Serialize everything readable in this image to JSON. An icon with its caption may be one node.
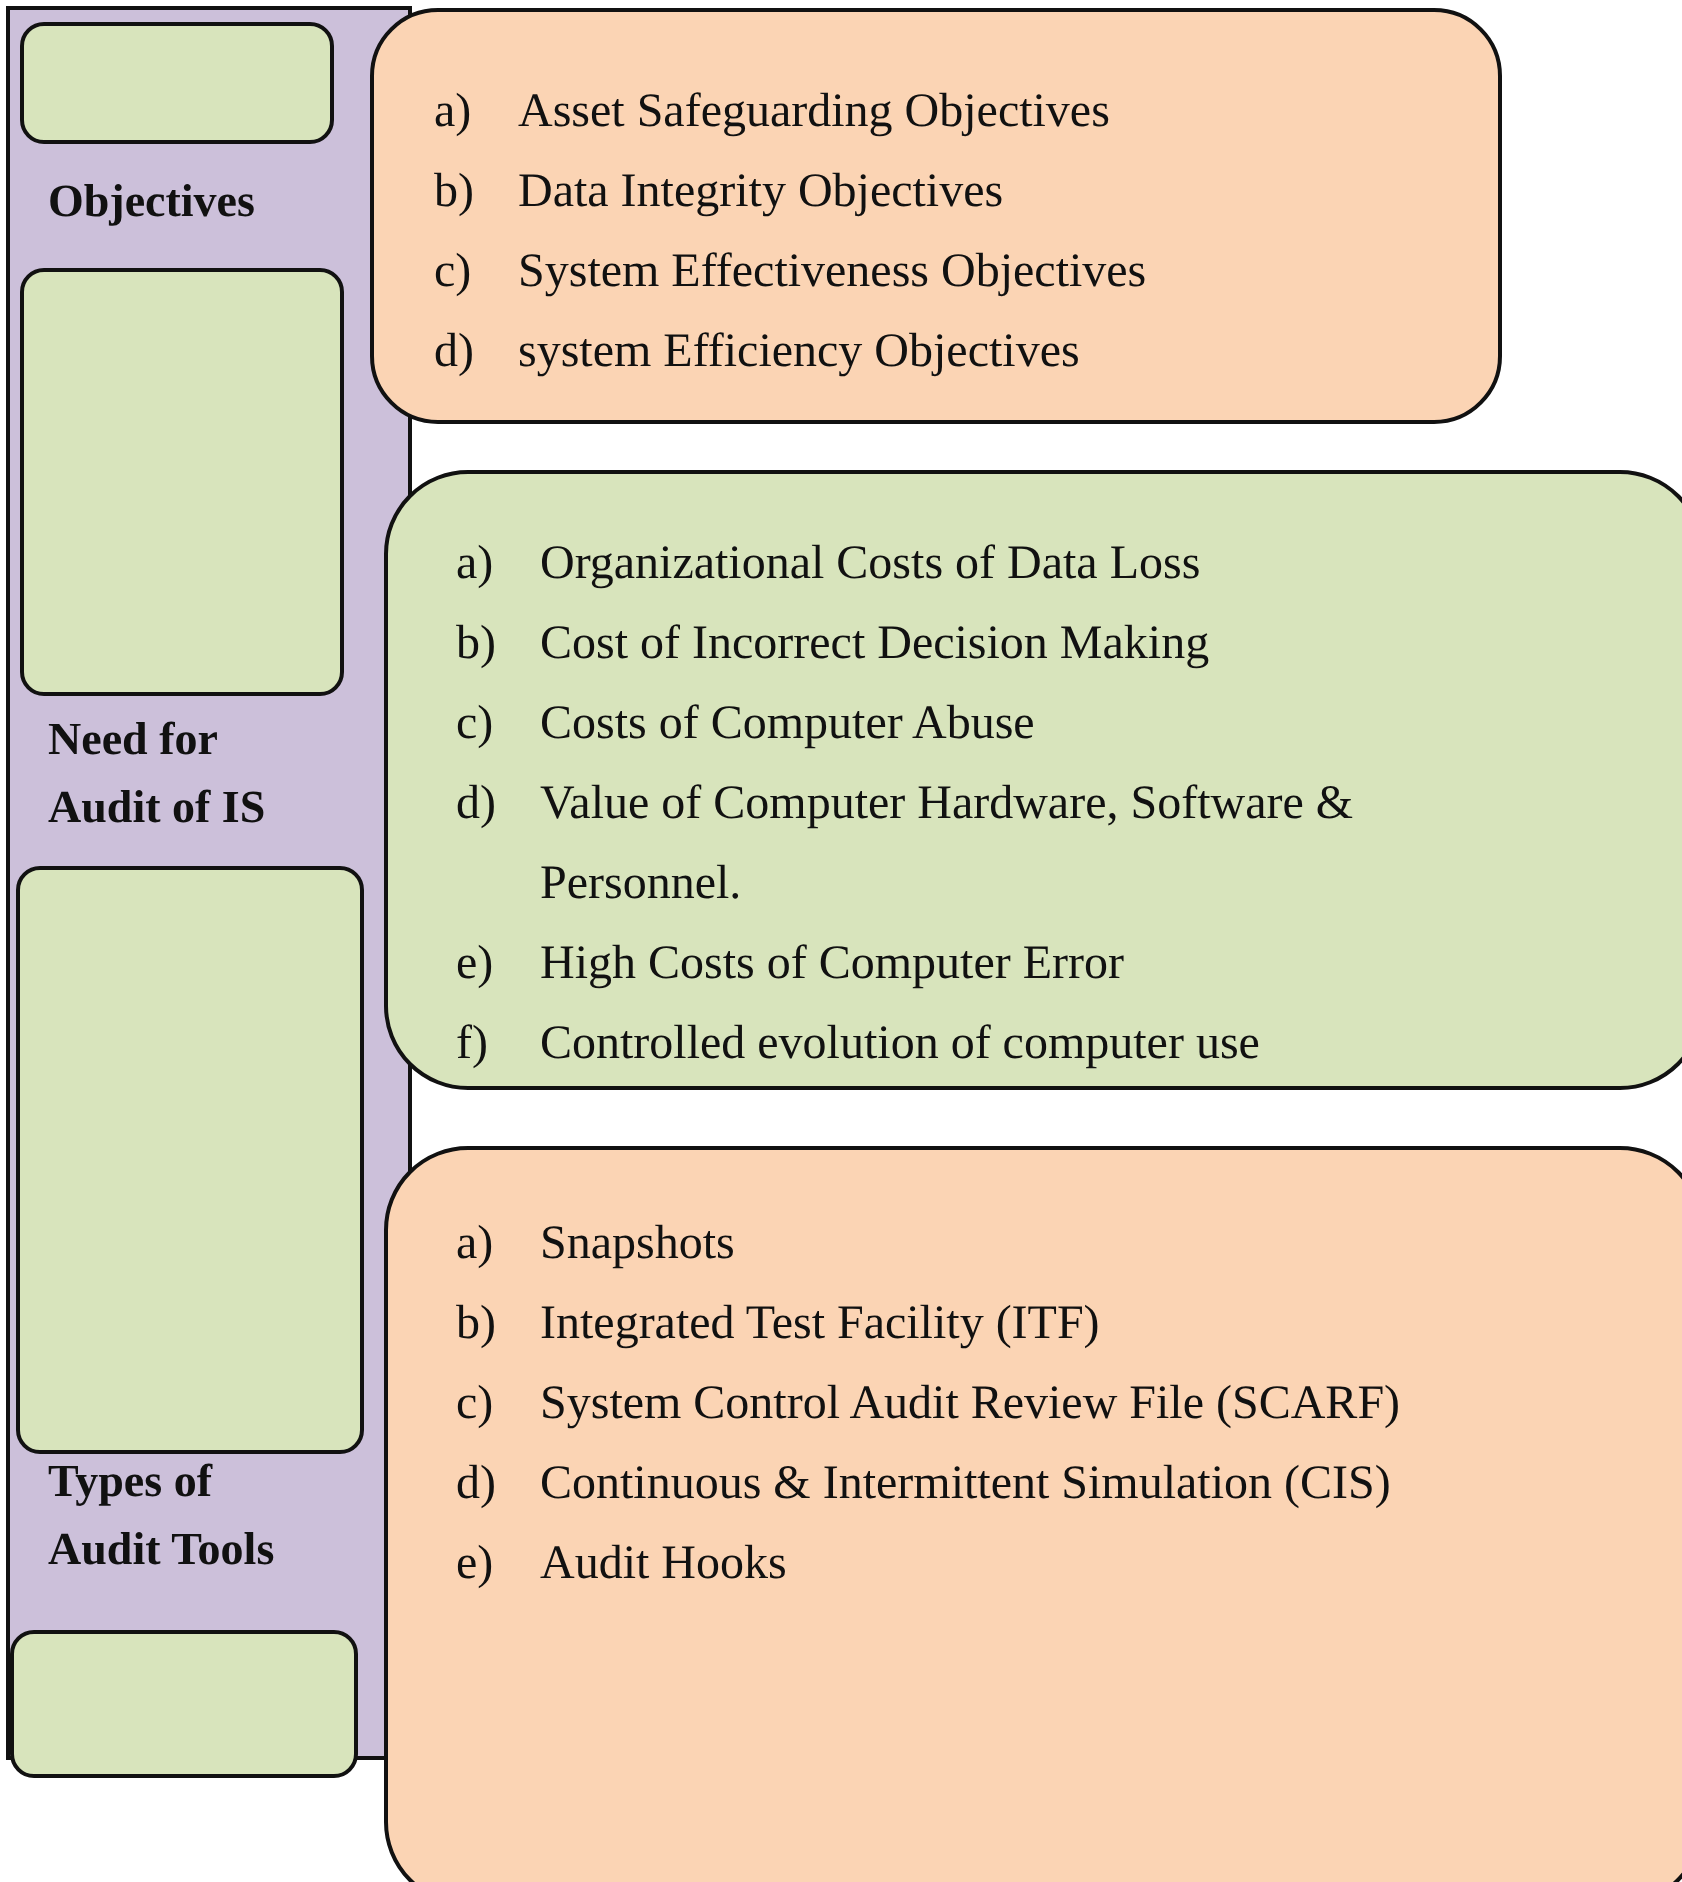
{
  "diagram": {
    "nodes": [
      {
        "text": [
          "Objectives",
          "Need for Audit of IS",
          "Types of Audit Tools"
        ]
      },
      {
        "text": [],
        "shape": "box",
        "in": 0
      },
      {
        "text": [],
        "shape": "box",
        "in": 0
      },
      {
        "text": [],
        "shape": "box",
        "in": 0
      },
      {
        "text": [],
        "shape": "box",
        "in": 0
      },
      {
        "text": [
          "a) Asset Safeguarding Objectives",
          "b) Data Integrity Objectives",
          "c) System Effectiveness Objectives",
          "d) system Efficiency Objectives"
        ]
      },
      {
        "text": [
          "a) Organizational Costs of Data Loss",
          "b) Cost of Incorrect Decision Making",
          "c) Costs of Computer Abuse",
          "d) Value of Computer Hardware, Software & Personnel.",
          "e) High Costs of Computer Error",
          "f) Controlled evolution of computer use"
        ]
      },
      {
        "text": [
          "a) Snapshots",
          "b) Integrated Test Facility (ITF)",
          "c) System Control Audit Review File (SCARF)",
          "d) Continuous & Intermittent Simulation (CIS)",
          "e) Audit Hooks"
        ]
      }
    ]
  }
}
